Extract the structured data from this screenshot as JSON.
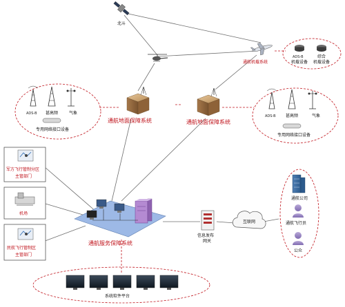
{
  "nodes": {
    "beidou": "北斗",
    "airborne_system": "通航机载系统",
    "adsb": "ADS-B",
    "airborne_equipment": "机载设备",
    "integrated": "综合",
    "integrated_equipment": "机载设备",
    "ground_left": "通航地面保障系统",
    "ground_right": "通航地面保障系统",
    "adsb_left": "ADS-B",
    "vhf_left": "甚高频",
    "weather_left": "气象",
    "iface_left": "专用网络接口设备",
    "adsb_right": "ADS-B",
    "vhf_right": "甚高频",
    "weather_right": "气象",
    "iface_right": "专用网络接口设备",
    "military_line1": "军方飞行管制分区",
    "military_line2": "主管部门",
    "airport": "机场",
    "civil_line1": "民航飞行管制区",
    "civil_line2": "主管部门",
    "service_system": "通航服务保障系统",
    "gateway_line1": "信息发布",
    "gateway_line2": "网关",
    "internet": "互联网",
    "company": "通航公司",
    "pilot": "通航飞行员",
    "public": "公众",
    "software_platform": "系统软件平台"
  },
  "colors": {
    "red": "#c0141c",
    "box_border": "#555555",
    "line": "#6d6d6d",
    "platform_blue": "#9db9e6",
    "server_purple": "#b48ad2"
  },
  "icons": [
    "satellite-icon",
    "helicopter-icon",
    "airplane-icon",
    "equipment-box-icon",
    "ground-station-icon",
    "antenna-tower-icon",
    "weather-station-icon",
    "network-device-icon",
    "map-icon",
    "airport-icon",
    "server-icon",
    "computer-icon",
    "gateway-icon",
    "cloud-icon",
    "building-icon",
    "person-icon",
    "monitor-icon"
  ]
}
